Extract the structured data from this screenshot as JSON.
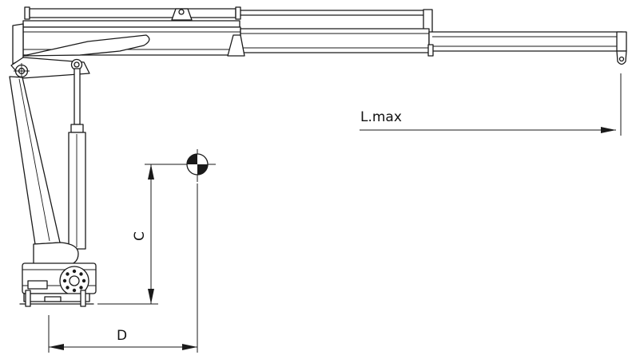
{
  "dimensions": {
    "l_max": "L.max",
    "c": "C",
    "d": "D"
  },
  "colors": {
    "line": "#1a1a1a",
    "background": "#ffffff"
  },
  "icons": {
    "center_of_gravity": "center-of-gravity-icon"
  }
}
